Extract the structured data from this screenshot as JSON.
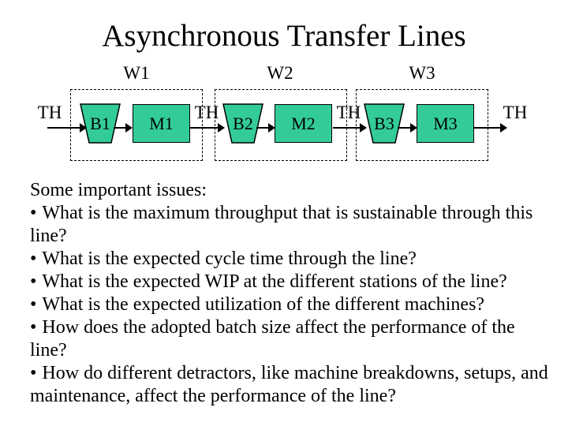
{
  "slide": {
    "title": "Asynchronous Transfer Lines"
  },
  "diagram": {
    "stations": [
      {
        "label": "W1",
        "buffer": "B1",
        "machine": "M1"
      },
      {
        "label": "W2",
        "buffer": "B2",
        "machine": "M2"
      },
      {
        "label": "W3",
        "buffer": "B3",
        "machine": "M3"
      }
    ],
    "th_labels": [
      "TH",
      "TH",
      "TH",
      "TH"
    ],
    "colors": {
      "shape_fill": "#33CC99",
      "shape_border": "#000000",
      "background": "#FFFFFF",
      "text": "#000000"
    }
  },
  "body": {
    "intro": "Some important issues:",
    "bullet_char": "•",
    "bullets": [
      "What is the maximum throughput that is sustainable through this line?",
      "What is the expected cycle time through the line?",
      "What is the expected WIP at the different stations of the line?",
      "What is the expected utilization of the different machines?",
      "How does the adopted batch size affect the performance of the line?",
      "How do different detractors, like machine breakdowns, setups, and maintenance, affect the performance of the line?"
    ]
  }
}
